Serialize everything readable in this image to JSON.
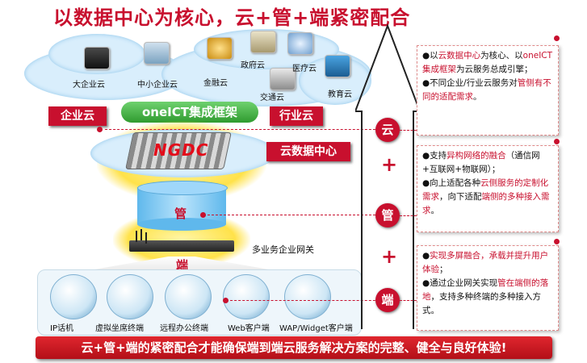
{
  "title": "以数据中心为核心，云+管+端紧密配合",
  "clouds": {
    "enterprise": [
      "大企业云",
      "中小企业云"
    ],
    "industry": [
      "金融云",
      "政府云",
      "医疗云",
      "交通云",
      "教育云"
    ]
  },
  "tags": {
    "enterprise_cloud": "企业云",
    "industry_cloud": "行业云",
    "framework": "oneICT集成框架",
    "data_center_logo": "NGDC",
    "cloud_data_center": "云数据中心",
    "pipe": "管",
    "gateway": "多业务企业网关",
    "terminal": "端"
  },
  "terminals": [
    "IP话机",
    "虚拟坐席终端",
    "远程办公终端",
    "Web客户端",
    "WAP/Widget客户端"
  ],
  "steps": {
    "cloud": "云",
    "pipe": "管",
    "end": "端",
    "plus": "+"
  },
  "panels": {
    "cloud": {
      "b1_pre": "以",
      "b1_hl1": "云数据中心",
      "b1_mid": "为核心、以",
      "b1_hl2": "oneICT集成框架",
      "b1_post": "为云服务总成引擎；",
      "b2_pre": "不同企业/行业云服务对",
      "b2_hl": "管侧有不同的适配需求",
      "b2_post": "。"
    },
    "pipe": {
      "b1_pre": "支持",
      "b1_hl": "异构网络的融合",
      "b1_post": "（通信网+互联网+物联网）；",
      "b2_pre": "向上适配各种",
      "b2_hl1": "云侧服务的定制化需求",
      "b2_mid": "，向下适配",
      "b2_hl2": "端侧的多种接入需求",
      "b2_post": "。"
    },
    "end": {
      "b1_hl": "实现多屏融合，承载并提升用户体验",
      "b1_post": "；",
      "b2_pre": "通过企业网关实现",
      "b2_hl": "管在端侧的落地",
      "b2_post": "，支持多种终端的多种接入方式。"
    }
  },
  "bottom_banner": "云+管+端的紧密配合才能确保端到端云服务解决方案的完整、健全与良好体验!",
  "colors": {
    "accent": "#c8102e",
    "cloud": "#d9eefc",
    "framework": "#2f9b2f"
  }
}
